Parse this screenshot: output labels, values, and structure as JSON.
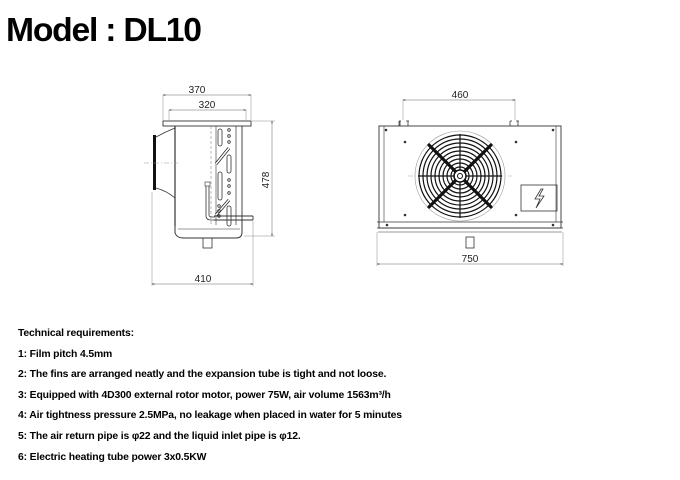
{
  "header": {
    "title": "Model : DL10"
  },
  "side_view": {
    "dim_top_outer": "370",
    "dim_top_inner": "320",
    "dim_height": "478",
    "dim_bottom": "410"
  },
  "front_view": {
    "dim_top": "460",
    "dim_bottom": "750",
    "icons": [
      "fan-guard-icon",
      "lightning-bolt-icon"
    ]
  },
  "requirements": {
    "heading": "Technical requirements:",
    "items": [
      "1: Film pitch 4.5mm",
      "2: The fins are arranged neatly and the expansion tube is tight and not loose.",
      "3: Equipped with 4D300 external rotor motor, power 75W, air volume 1563m³/h",
      "4: Air tightness pressure 2.5MPa, no leakage when placed in water for 5 minutes",
      "5: The air return pipe is φ22 and the liquid inlet pipe is φ12.",
      "6: Electric heating tube power 3x0.5KW"
    ]
  }
}
